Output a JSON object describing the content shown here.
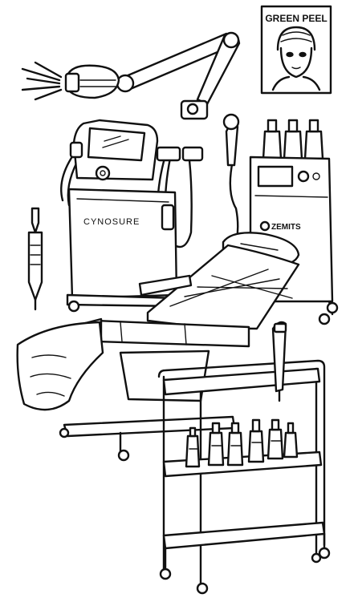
{
  "poster": {
    "label": "GREEN PEEL"
  },
  "cryo_machine": {
    "brand": "CYNOSURE"
  },
  "hydro_machine": {
    "brand": "ZEMITS"
  },
  "colors": {
    "ink": "#111111",
    "paper": "#ffffff"
  }
}
